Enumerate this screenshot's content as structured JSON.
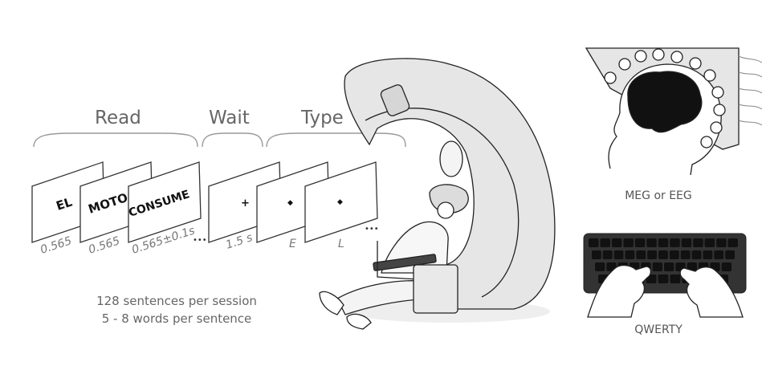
{
  "phases": {
    "read": "Read",
    "wait": "Wait",
    "type": "Type"
  },
  "cards": {
    "word1": "EL",
    "word2": "MOTO",
    "word3": "CONSUME",
    "fixation": "+",
    "dot": "◆"
  },
  "timings": {
    "t1": "0.565",
    "t2": "0.565",
    "t3": "0.565±0.1s",
    "ellipsis1": "•••",
    "wait": "1.5 s",
    "key1": "E",
    "key2": "L",
    "ellipsis2": "•••"
  },
  "stats": {
    "line1": "128 sentences per session",
    "line2": "5 - 8 words per sentence"
  },
  "captions": {
    "meg": "MEG or EEG",
    "keyboard": "QWERTY"
  },
  "colors": {
    "outline": "#222222",
    "fill_light": "#e6e6e6",
    "brain": "#111111",
    "text": "#555555"
  }
}
